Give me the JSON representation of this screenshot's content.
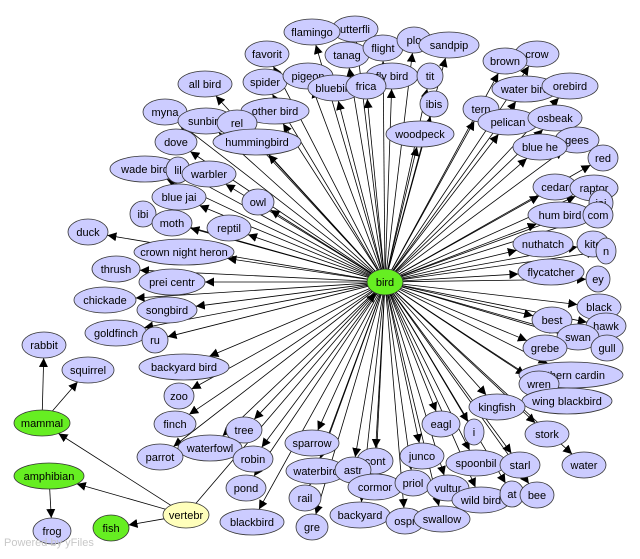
{
  "colors": {
    "lavender": "#ccccff",
    "green": "#66ee22",
    "yellow": "#ffffbb"
  },
  "watermark": "Powered by yFiles",
  "nodes": {
    "bird": {
      "label": "bird",
      "color": "green"
    },
    "vertebr": {
      "label": "vertebr",
      "color": "yellow"
    },
    "mammal": {
      "label": "mammal",
      "color": "green"
    },
    "amphibian": {
      "label": "amphibian",
      "color": "green"
    },
    "fish": {
      "label": "fish",
      "color": "green"
    },
    "rabbit": {
      "label": "rabbit",
      "color": "lavender"
    },
    "squirrel": {
      "label": "squirrel",
      "color": "lavender"
    },
    "frog": {
      "label": "frog",
      "color": "lavender"
    },
    "butterfly": {
      "label": "utterfli",
      "color": "lavender"
    },
    "flamingo": {
      "label": "flamingo",
      "color": "lavender"
    },
    "favorit": {
      "label": "favorit",
      "color": "lavender"
    },
    "tanag": {
      "label": "tanag",
      "color": "lavender"
    },
    "flight": {
      "label": "flight",
      "color": "lavender"
    },
    "plo": {
      "label": "plo",
      "color": "lavender"
    },
    "sandpip": {
      "label": "sandpip",
      "color": "lavender"
    },
    "crow": {
      "label": "crow",
      "color": "lavender"
    },
    "brown": {
      "label": "brown",
      "color": "lavender"
    },
    "spider": {
      "label": "spider",
      "color": "lavender"
    },
    "pigeon": {
      "label": "pigeon",
      "color": "lavender"
    },
    "fly_bird": {
      "label": "fly bird",
      "color": "lavender"
    },
    "tit": {
      "label": "tit",
      "color": "lavender"
    },
    "all_bird": {
      "label": "all bird",
      "color": "lavender"
    },
    "bluebird": {
      "label": "bluebird",
      "color": "lavender"
    },
    "africa": {
      "label": "frica",
      "color": "lavender"
    },
    "ibis": {
      "label": "ibis",
      "color": "lavender"
    },
    "water_bird": {
      "label": "water bird",
      "color": "lavender"
    },
    "orebird": {
      "label": "orebird",
      "color": "lavender"
    },
    "myna": {
      "label": "myna",
      "color": "lavender"
    },
    "other_bird": {
      "label": "other bird",
      "color": "lavender"
    },
    "tern": {
      "label": "tern",
      "color": "lavender"
    },
    "sunbird": {
      "label": "sunbird",
      "color": "lavender"
    },
    "rel": {
      "label": "rel",
      "color": "lavender"
    },
    "hummingbird": {
      "label": "hummingbird",
      "color": "lavender"
    },
    "woodpeck": {
      "label": "woodpeck",
      "color": "lavender"
    },
    "pelican": {
      "label": "pelican",
      "color": "lavender"
    },
    "rosbeak": {
      "label": "osbeak",
      "color": "lavender"
    },
    "gees": {
      "label": "gees",
      "color": "lavender"
    },
    "blue_he": {
      "label": "blue he",
      "color": "lavender"
    },
    "dove": {
      "label": "dove",
      "color": "lavender"
    },
    "red": {
      "label": "red",
      "color": "lavender"
    },
    "wade_bird": {
      "label": "wade bird",
      "color": "lavender"
    },
    "lil": {
      "label": "lil",
      "color": "lavender"
    },
    "warbler": {
      "label": "warbler",
      "color": "lavender"
    },
    "cedar": {
      "label": "cedar",
      "color": "lavender"
    },
    "raptor": {
      "label": "raptor",
      "color": "lavender"
    },
    "blue_jai": {
      "label": "blue jai",
      "color": "lavender"
    },
    "owl": {
      "label": "owl",
      "color": "lavender"
    },
    "jai": {
      "label": "jai",
      "color": "lavender"
    },
    "hum_bird": {
      "label": "hum bird",
      "color": "lavender"
    },
    "com": {
      "label": "com",
      "color": "lavender"
    },
    "ibi": {
      "label": "ibi",
      "color": "lavender"
    },
    "moth": {
      "label": "moth",
      "color": "lavender"
    },
    "reptil": {
      "label": "reptil",
      "color": "lavender"
    },
    "duck": {
      "label": "duck",
      "color": "lavender"
    },
    "nuthatch": {
      "label": "nuthatch",
      "color": "lavender"
    },
    "kite": {
      "label": "kite",
      "color": "lavender"
    },
    "n_node": {
      "label": "n",
      "color": "lavender"
    },
    "crown_night_heron": {
      "label": "crown night heron",
      "color": "lavender"
    },
    "thrush": {
      "label": "thrush",
      "color": "lavender"
    },
    "flycatcher": {
      "label": "flycatcher",
      "color": "lavender"
    },
    "ey": {
      "label": "ey",
      "color": "lavender"
    },
    "prei_centr": {
      "label": "prei centr",
      "color": "lavender"
    },
    "chickade": {
      "label": "chickade",
      "color": "lavender"
    },
    "black": {
      "label": "black",
      "color": "lavender"
    },
    "songbird": {
      "label": "songbird",
      "color": "lavender"
    },
    "best": {
      "label": "best",
      "color": "lavender"
    },
    "hawk": {
      "label": "hawk",
      "color": "lavender"
    },
    "goldfinch": {
      "label": "goldfinch",
      "color": "lavender"
    },
    "ru": {
      "label": "ru",
      "color": "lavender"
    },
    "swan": {
      "label": "swan",
      "color": "lavender"
    },
    "gull": {
      "label": "gull",
      "color": "lavender"
    },
    "grebe": {
      "label": "grebe",
      "color": "lavender"
    },
    "backyard_bird": {
      "label": "backyard bird",
      "color": "lavender"
    },
    "northern_cardin": {
      "label": "orthern cardin",
      "color": "lavender"
    },
    "wren": {
      "label": "wren",
      "color": "lavender"
    },
    "zoo": {
      "label": "zoo",
      "color": "lavender"
    },
    "wing_blackbird": {
      "label": "wing blackbird",
      "color": "lavender"
    },
    "kingfish": {
      "label": "kingfish",
      "color": "lavender"
    },
    "finch": {
      "label": "finch",
      "color": "lavender"
    },
    "tree": {
      "label": "tree",
      "color": "lavender"
    },
    "eagl": {
      "label": "eagl",
      "color": "lavender"
    },
    "stork": {
      "label": "stork",
      "color": "lavender"
    },
    "waterfowl": {
      "label": "waterfowl",
      "color": "lavender"
    },
    "sparrow": {
      "label": "sparrow",
      "color": "lavender"
    },
    "parrot": {
      "label": "parrot",
      "color": "lavender"
    },
    "robin": {
      "label": "robin",
      "color": "lavender"
    },
    "cont": {
      "label": "cont",
      "color": "lavender"
    },
    "junco": {
      "label": "junco",
      "color": "lavender"
    },
    "i_node": {
      "label": "i",
      "color": "lavender"
    },
    "spoonbil": {
      "label": "spoonbil",
      "color": "lavender"
    },
    "starl": {
      "label": "starl",
      "color": "lavender"
    },
    "water": {
      "label": "water",
      "color": "lavender"
    },
    "waterbird": {
      "label": "waterbird",
      "color": "lavender"
    },
    "astr": {
      "label": "astr",
      "color": "lavender"
    },
    "pond": {
      "label": "pond",
      "color": "lavender"
    },
    "cormor": {
      "label": "cormor",
      "color": "lavender"
    },
    "priol": {
      "label": "priol",
      "color": "lavender"
    },
    "vultur": {
      "label": "vultur",
      "color": "lavender"
    },
    "wild_bird": {
      "label": "wild bird",
      "color": "lavender"
    },
    "at": {
      "label": "at",
      "color": "lavender"
    },
    "bee": {
      "label": "bee",
      "color": "lavender"
    },
    "rail": {
      "label": "rail",
      "color": "lavender"
    },
    "backyard": {
      "label": "backyard",
      "color": "lavender"
    },
    "ospr": {
      "label": "ospr",
      "color": "lavender"
    },
    "swallow": {
      "label": "swallow",
      "color": "lavender"
    },
    "blackbird": {
      "label": "blackbird",
      "color": "lavender"
    },
    "gre": {
      "label": "gre",
      "color": "lavender"
    }
  },
  "edges": [
    [
      "bird",
      "butterfly"
    ],
    [
      "bird",
      "flamingo"
    ],
    [
      "bird",
      "favorit"
    ],
    [
      "bird",
      "tanag"
    ],
    [
      "bird",
      "flight"
    ],
    [
      "bird",
      "plo"
    ],
    [
      "bird",
      "sandpip"
    ],
    [
      "bird",
      "crow"
    ],
    [
      "bird",
      "brown"
    ],
    [
      "bird",
      "spider"
    ],
    [
      "bird",
      "pigeon"
    ],
    [
      "bird",
      "fly_bird"
    ],
    [
      "bird",
      "tit"
    ],
    [
      "bird",
      "all_bird"
    ],
    [
      "bird",
      "bluebird"
    ],
    [
      "bird",
      "africa"
    ],
    [
      "bird",
      "ibis"
    ],
    [
      "bird",
      "water_bird"
    ],
    [
      "bird",
      "orebird"
    ],
    [
      "bird",
      "myna"
    ],
    [
      "bird",
      "other_bird"
    ],
    [
      "bird",
      "tern"
    ],
    [
      "bird",
      "sunbird"
    ],
    [
      "bird",
      "rel"
    ],
    [
      "bird",
      "hummingbird"
    ],
    [
      "bird",
      "woodpeck"
    ],
    [
      "bird",
      "pelican"
    ],
    [
      "bird",
      "rosbeak"
    ],
    [
      "bird",
      "gees"
    ],
    [
      "bird",
      "blue_he"
    ],
    [
      "bird",
      "dove"
    ],
    [
      "bird",
      "red"
    ],
    [
      "bird",
      "wade_bird"
    ],
    [
      "bird",
      "lil"
    ],
    [
      "bird",
      "warbler"
    ],
    [
      "bird",
      "cedar"
    ],
    [
      "bird",
      "raptor"
    ],
    [
      "bird",
      "blue_jai"
    ],
    [
      "bird",
      "owl"
    ],
    [
      "bird",
      "jai"
    ],
    [
      "bird",
      "hum_bird"
    ],
    [
      "bird",
      "com"
    ],
    [
      "bird",
      "ibi"
    ],
    [
      "bird",
      "moth"
    ],
    [
      "bird",
      "reptil"
    ],
    [
      "bird",
      "duck"
    ],
    [
      "bird",
      "nuthatch"
    ],
    [
      "bird",
      "kite"
    ],
    [
      "bird",
      "n_node"
    ],
    [
      "bird",
      "crown_night_heron"
    ],
    [
      "bird",
      "thrush"
    ],
    [
      "bird",
      "flycatcher"
    ],
    [
      "bird",
      "ey"
    ],
    [
      "bird",
      "prei_centr"
    ],
    [
      "bird",
      "chickade"
    ],
    [
      "bird",
      "black"
    ],
    [
      "bird",
      "songbird"
    ],
    [
      "bird",
      "best"
    ],
    [
      "bird",
      "hawk"
    ],
    [
      "bird",
      "goldfinch"
    ],
    [
      "bird",
      "ru"
    ],
    [
      "bird",
      "swan"
    ],
    [
      "bird",
      "gull"
    ],
    [
      "bird",
      "grebe"
    ],
    [
      "bird",
      "backyard_bird"
    ],
    [
      "bird",
      "northern_cardin"
    ],
    [
      "bird",
      "wren"
    ],
    [
      "bird",
      "zoo"
    ],
    [
      "bird",
      "wing_blackbird"
    ],
    [
      "bird",
      "kingfish"
    ],
    [
      "bird",
      "finch"
    ],
    [
      "bird",
      "tree"
    ],
    [
      "bird",
      "eagl"
    ],
    [
      "bird",
      "stork"
    ],
    [
      "bird",
      "waterfowl"
    ],
    [
      "bird",
      "sparrow"
    ],
    [
      "bird",
      "parrot"
    ],
    [
      "bird",
      "robin"
    ],
    [
      "bird",
      "cont"
    ],
    [
      "bird",
      "junco"
    ],
    [
      "bird",
      "i_node"
    ],
    [
      "bird",
      "spoonbil"
    ],
    [
      "bird",
      "starl"
    ],
    [
      "bird",
      "water"
    ],
    [
      "bird",
      "waterbird"
    ],
    [
      "bird",
      "astr"
    ],
    [
      "bird",
      "pond"
    ],
    [
      "bird",
      "cormor"
    ],
    [
      "bird",
      "priol"
    ],
    [
      "bird",
      "vultur"
    ],
    [
      "bird",
      "wild_bird"
    ],
    [
      "bird",
      "at"
    ],
    [
      "bird",
      "bee"
    ],
    [
      "bird",
      "rail"
    ],
    [
      "bird",
      "backyard"
    ],
    [
      "bird",
      "ospr"
    ],
    [
      "bird",
      "swallow"
    ],
    [
      "bird",
      "blackbird"
    ],
    [
      "bird",
      "gre"
    ],
    [
      "vertebr",
      "bird"
    ],
    [
      "vertebr",
      "mammal"
    ],
    [
      "vertebr",
      "amphibian"
    ],
    [
      "vertebr",
      "fish"
    ],
    [
      "mammal",
      "rabbit"
    ],
    [
      "mammal",
      "squirrel"
    ],
    [
      "amphibian",
      "frog"
    ]
  ]
}
